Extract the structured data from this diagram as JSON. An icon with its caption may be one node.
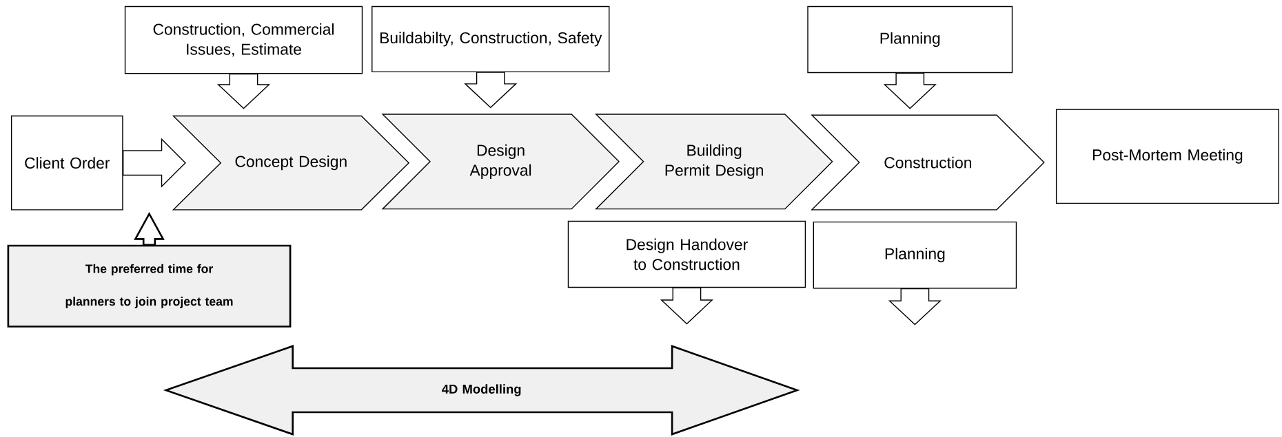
{
  "diagram": {
    "nodes": [
      {
        "text": [
          "Client Order"
        ]
      },
      {
        "text": [
          "Concept Design"
        ]
      },
      {
        "text": [
          "Design Approval"
        ]
      },
      {
        "text": [
          "Building Permit Design"
        ]
      },
      {
        "text": [
          "Construction"
        ]
      },
      {
        "text": [
          "Post-Mortem Meeting"
        ]
      },
      {
        "text": [
          "Construction, Commercial Issues, Estimate"
        ]
      },
      {
        "text": [
          "Buildabilty, Construction, Safety"
        ]
      },
      {
        "text": [
          "Planning"
        ]
      },
      {
        "text": [
          "Design Handover to Construction"
        ]
      },
      {
        "text": [
          "Planning"
        ]
      },
      {
        "text": [
          "The preferred time for planners to join project team"
        ]
      },
      {
        "text": [
          "4D Modelling"
        ]
      }
    ],
    "edges": [
      {
        "from": 0,
        "to": 1,
        "arrow": "to"
      },
      {
        "from": 6,
        "to": 1,
        "arrow": "to"
      },
      {
        "from": 7,
        "to": 2,
        "arrow": "to"
      },
      {
        "from": 8,
        "to": 4,
        "arrow": "to"
      },
      {
        "from": 9,
        "to": null,
        "arrow": "to"
      },
      {
        "from": 10,
        "to": null,
        "arrow": "to"
      },
      {
        "from": 11,
        "to": null,
        "arrow": "to",
        "style": "thick"
      }
    ]
  }
}
